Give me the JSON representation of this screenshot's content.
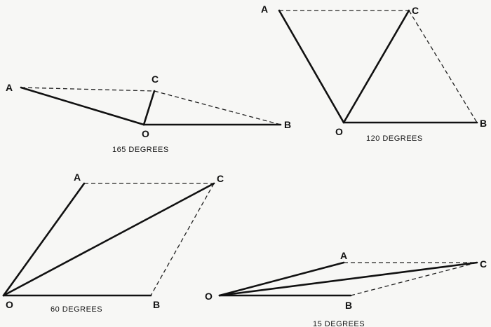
{
  "diagrams": [
    {
      "caption": "165 DEGREES",
      "labels": {
        "A": "A",
        "B": "B",
        "C": "C",
        "O": "O"
      }
    },
    {
      "caption": "120 DEGREES",
      "labels": {
        "A": "A",
        "B": "B",
        "C": "C",
        "O": "O"
      }
    },
    {
      "caption": "60 DEGREES",
      "labels": {
        "A": "A",
        "B": "B",
        "C": "C",
        "O": "O"
      }
    },
    {
      "caption": "15 DEGREES",
      "labels": {
        "A": "A",
        "B": "B",
        "C": "C",
        "O": "O"
      }
    }
  ]
}
